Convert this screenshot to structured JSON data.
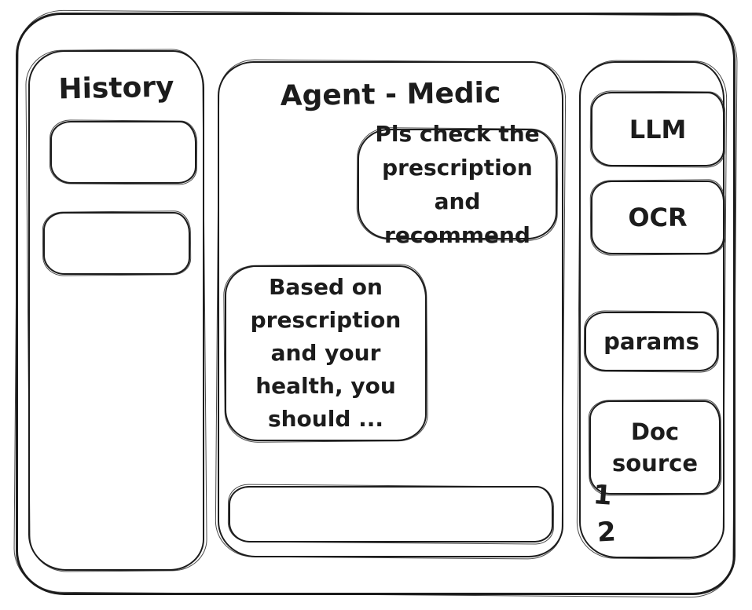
{
  "history_panel": {
    "title": "History",
    "items": [
      {
        "label": ""
      },
      {
        "label": ""
      }
    ]
  },
  "chat_panel": {
    "title": "Agent - Medic",
    "messages": [
      {
        "role": "user",
        "text": "Pls check the\nprescription\nand recommend"
      },
      {
        "role": "assistant",
        "text": "Based on\nprescription\nand your\nhealth, you\nshould ..."
      }
    ],
    "input": {
      "value": "",
      "placeholder": ""
    }
  },
  "tools_panel": {
    "buttons": [
      {
        "id": "llm",
        "label": "LLM"
      },
      {
        "id": "ocr",
        "label": "OCR"
      },
      {
        "id": "params",
        "label": "params"
      },
      {
        "id": "doc-source",
        "label": "Doc source"
      }
    ],
    "doc_source_list": [
      "1",
      "2"
    ]
  },
  "colors": {
    "ink": "#1c1c1c",
    "background": "#ffffff"
  }
}
